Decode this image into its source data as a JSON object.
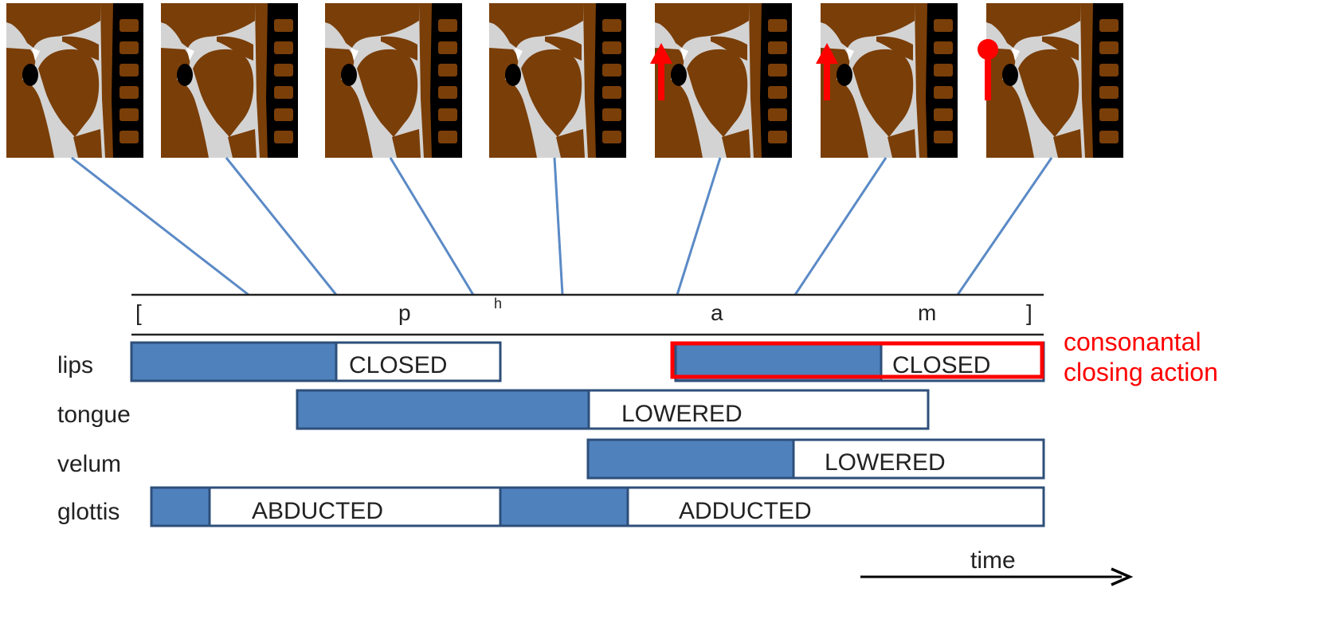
{
  "colors": {
    "tissue": "#7a3e08",
    "background_panel": "#d3d3d3",
    "airway": "#000000",
    "connector": "#5b8ac6",
    "bar_fill": "#4f81bd",
    "bar_border": "#2e4f7a",
    "highlight": "#ff0000",
    "text": "#222222"
  },
  "frames": [
    {
      "marker": "none"
    },
    {
      "marker": "none"
    },
    {
      "marker": "none"
    },
    {
      "marker": "none"
    },
    {
      "marker": "arrow-up"
    },
    {
      "marker": "arrow-up"
    },
    {
      "marker": "pin"
    }
  ],
  "transcription": {
    "open_bracket": "[",
    "segments": [
      "p",
      "h",
      "a",
      "m"
    ],
    "close_bracket": "]"
  },
  "tiers": [
    {
      "name": "lips",
      "gestures": [
        {
          "state": "CLOSED"
        },
        {
          "state": "CLOSED"
        }
      ]
    },
    {
      "name": "tongue",
      "gestures": [
        {
          "state": "LOWERED"
        }
      ]
    },
    {
      "name": "velum",
      "gestures": [
        {
          "state": "LOWERED"
        }
      ]
    },
    {
      "name": "glottis",
      "gestures": [
        {
          "state": "ABDUCTED"
        },
        {
          "state": "ADDUCTED"
        }
      ]
    }
  ],
  "annotation": {
    "line1": "consonantal",
    "line2": "closing action"
  },
  "time_label": "time"
}
